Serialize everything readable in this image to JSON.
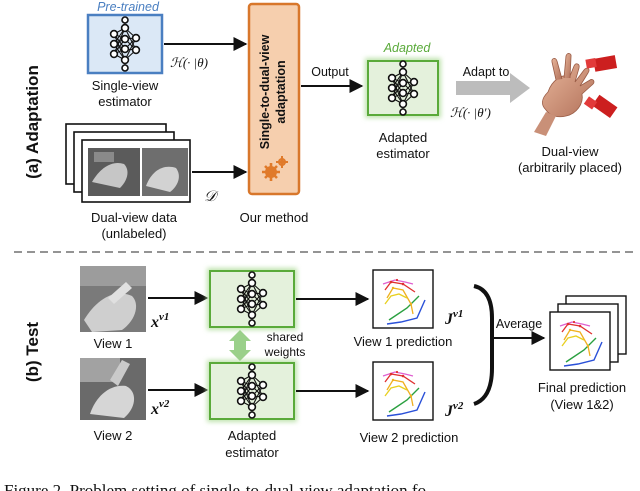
{
  "adaptation": {
    "section_label": "(a) Adaptation",
    "pretrained_tag": "Pre-trained",
    "single_view_line1": "Single-view",
    "single_view_line2": "estimator",
    "h_theta": "ℋ(· |θ)",
    "method_box_line1": "Single-to-dual-view",
    "method_box_line2": "adaptation",
    "our_method": "Our method",
    "output_label": "Output",
    "adapted_tag": "Adapted",
    "h_theta_prime": "ℋ(· |θ′)",
    "adapted_line1": "Adapted",
    "adapted_line2": "estimator",
    "adapt_to": "Adapt to",
    "dual_view_line1": "Dual-view",
    "dual_view_line2": "(arbitrarily placed)",
    "dataset_symbol": "𝒟",
    "dual_data_line1": "Dual-view data",
    "dual_data_line2": "(unlabeled)"
  },
  "test": {
    "section_label": "(b) Test",
    "view1": "View 1",
    "view2": "View 2",
    "x1": "x",
    "x1_sup": "v1",
    "x2": "x",
    "x2_sup": "v2",
    "shared_line1": "shared",
    "shared_line2": "weights",
    "adapted_line1": "Adapted",
    "adapted_line2": "estimator",
    "j1": "J",
    "j1_sup": "v1",
    "j2": "J",
    "j2_sup": "v2",
    "pred1": "View 1 prediction",
    "pred2": "View 2 prediction",
    "average": "Average",
    "final_line1": "Final prediction",
    "final_line2": "(View 1&2)"
  },
  "caption": "Figure 2.  Problem setting of single-to-dual-view adaptation fo",
  "colors": {
    "pretrained_blue": "#4a7fc1",
    "pretrained_fill": "#dbe8f6",
    "adapted_green": "#5aaa3a",
    "adapted_fill": "#e4f1dc",
    "method_orange": "#d8772b",
    "method_fill": "#f6cfae",
    "shared_arrow": "#9ad08a",
    "adapt_arrow": "#bcbcbc",
    "camera_red": "#cc1f1f"
  }
}
